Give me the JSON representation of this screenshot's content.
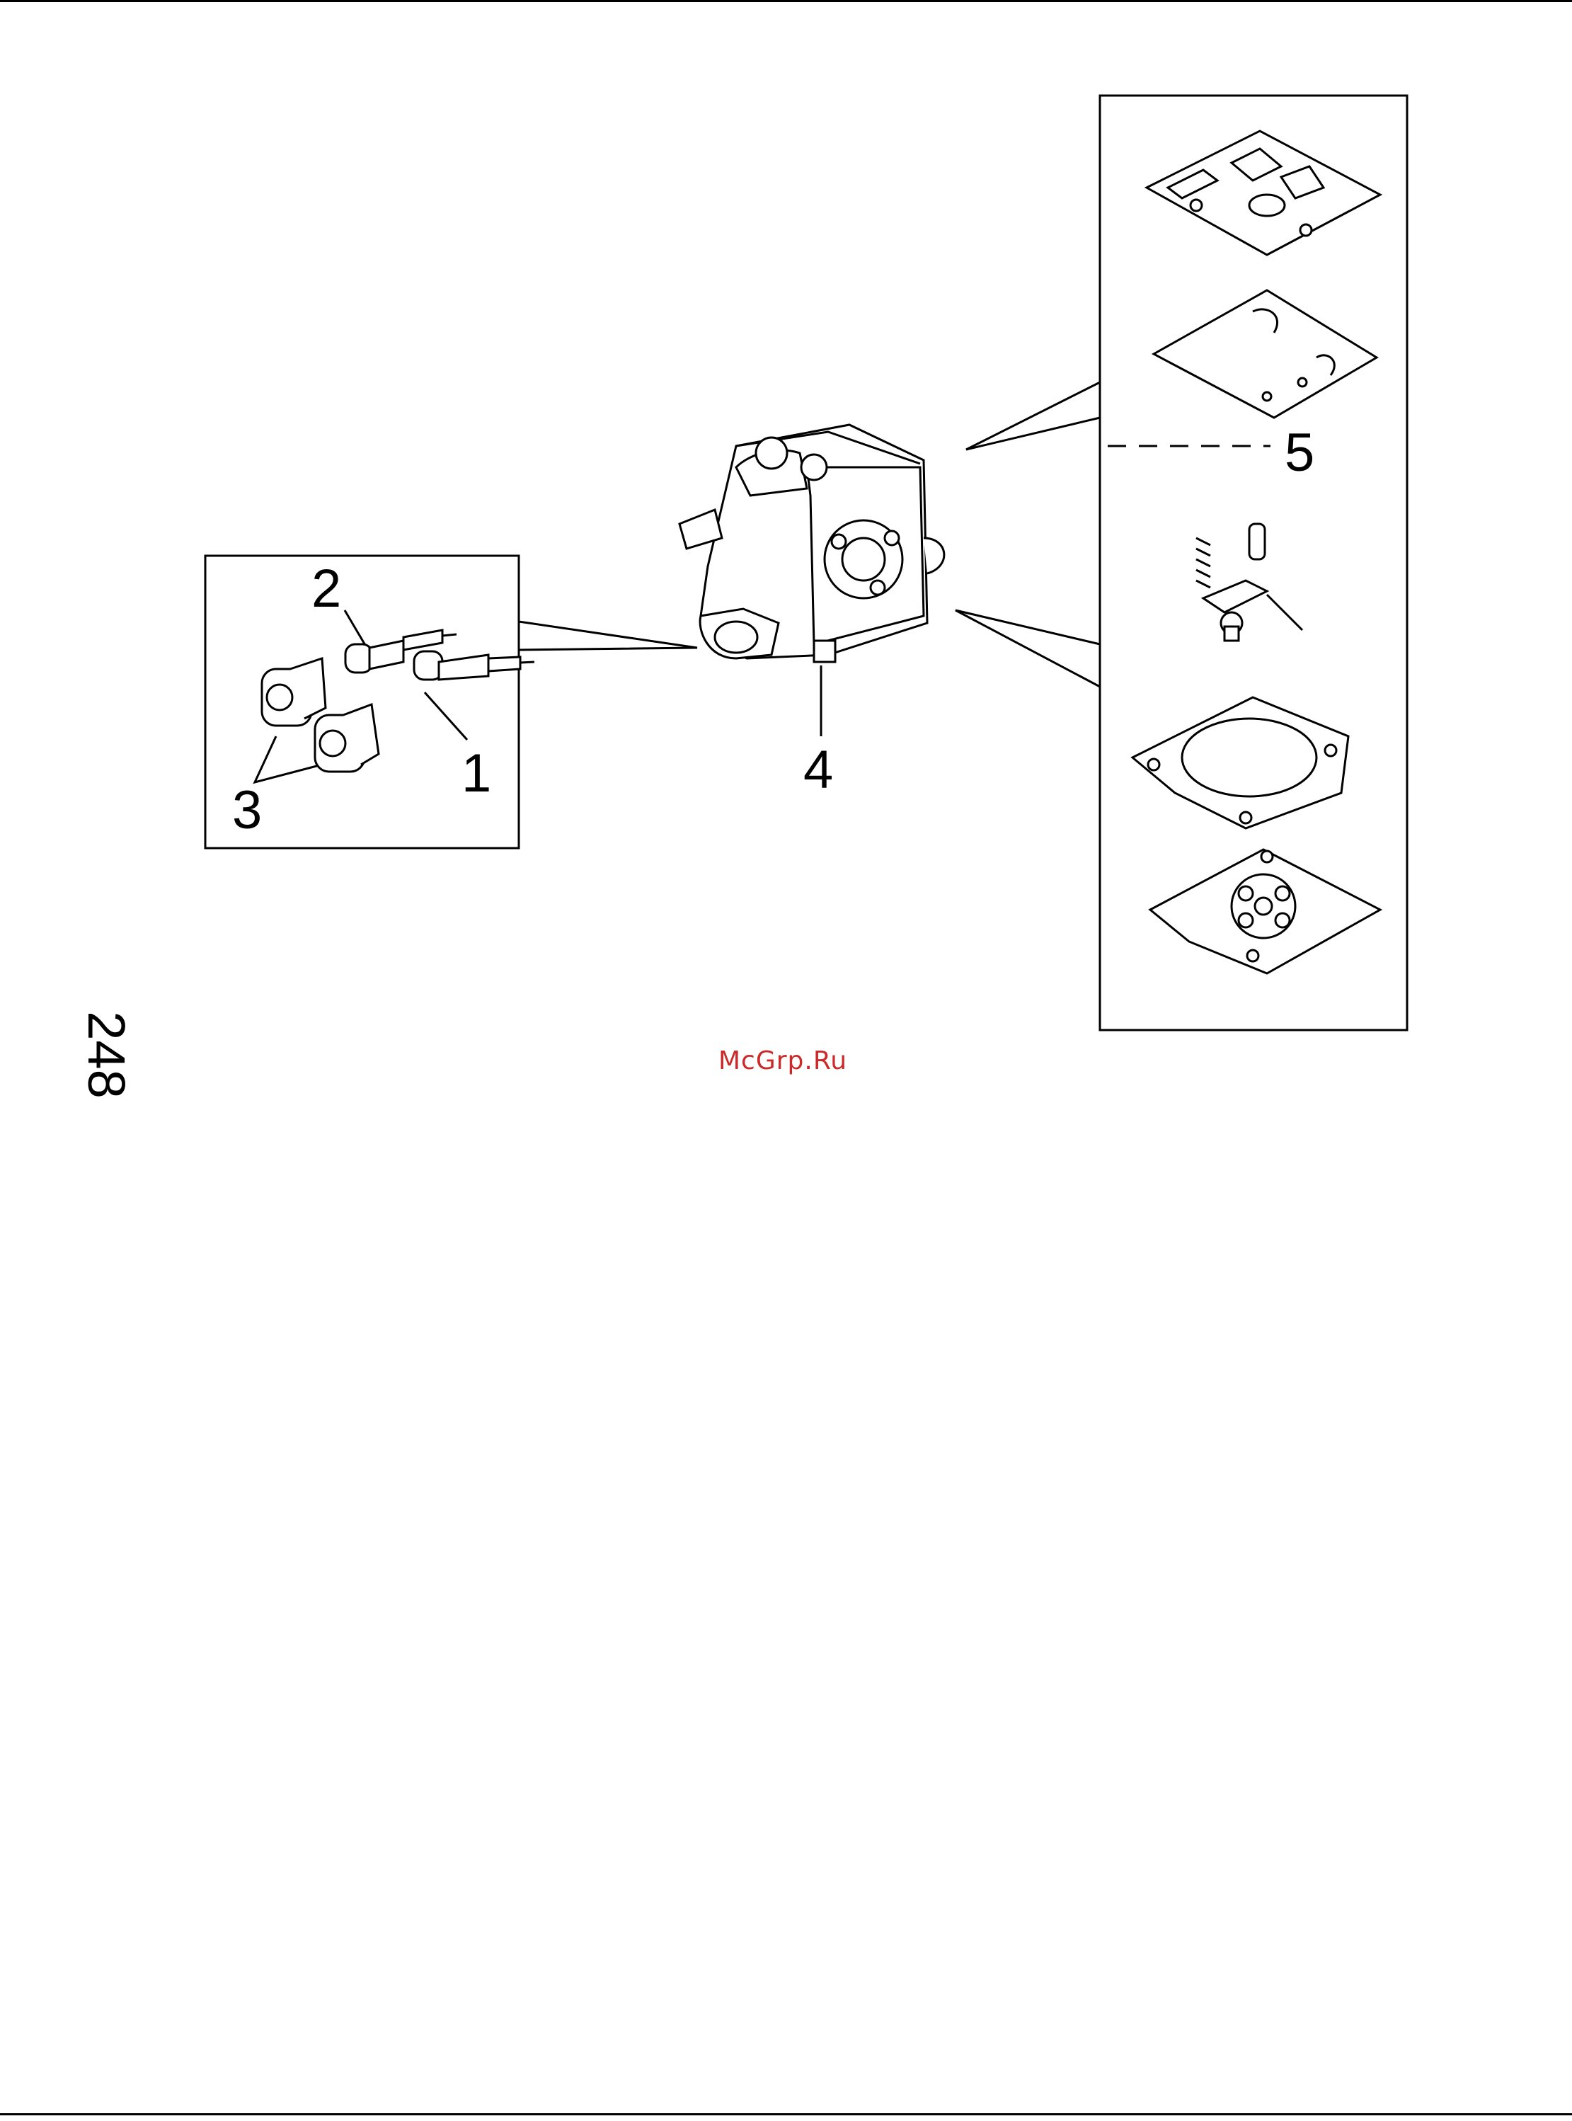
{
  "callouts": {
    "c1": "1",
    "c2": "2",
    "c3": "3",
    "c4": "4",
    "c5": "5"
  },
  "page_number": "248",
  "watermark": "McGrp.Ru",
  "colors": {
    "ink": "#000000",
    "watermark": "#cc2a2a",
    "background": "#ffffff"
  }
}
